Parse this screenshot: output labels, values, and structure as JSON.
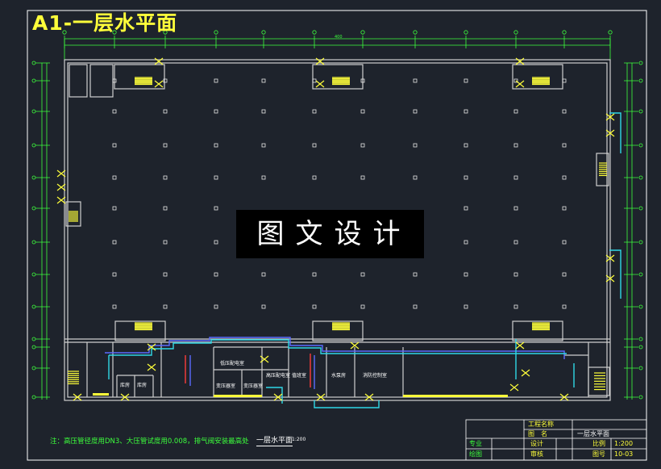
{
  "drawing": {
    "title": "A1-一层水平面",
    "watermark": "图文设计",
    "note": "注：高压管径度用DN3、大压管试度用0.008，排气阀安装最高处",
    "caption": "一层水平面",
    "caption_scale": "1:200",
    "rooms": [
      "低压配电室",
      "高压配电室",
      "变压器室",
      "变压器室",
      "值班室",
      "水泵房",
      "消防控制室",
      "库房",
      "库房"
    ],
    "dimension_label": "400"
  },
  "title_block": {
    "project_label": "工程名称",
    "drawing_name_label": "图　名",
    "drawing_name_value": "一层水平面",
    "specialty_label": "专业",
    "design_label": "设计",
    "scale_label": "比例",
    "scale_value": "1:200",
    "drafting_label": "绘图",
    "review_label": "审核",
    "drawing_no_label": "图号",
    "drawing_no_value": "10-03"
  },
  "colors": {
    "background": "#1e232c",
    "wall": "#cfcfcf",
    "grid": "#3cff3c",
    "accent": "#ffff3a",
    "water_cyan": "#2fd8e6",
    "water_blue": "#5a6bff",
    "water_red": "#ff3b3b",
    "column": "#e6e6e6"
  }
}
